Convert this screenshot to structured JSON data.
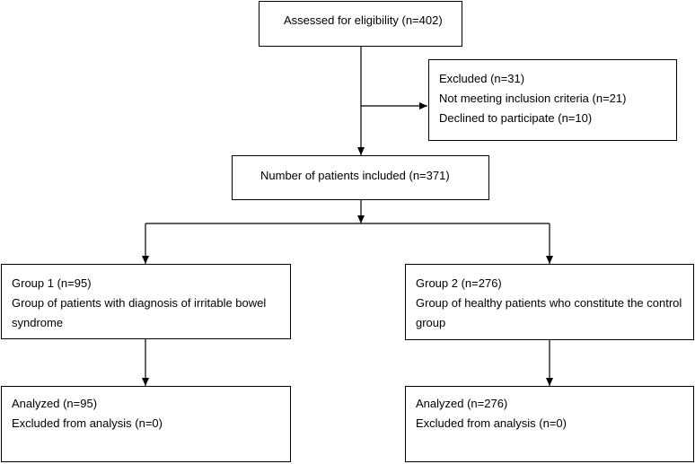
{
  "assessed": {
    "text": "Assessed for eligibility (n=402)"
  },
  "excluded": {
    "title": "Excluded (n=31)",
    "reason_1": "Not meeting inclusion criteria (n=21)",
    "reason_2": "Declined to participate (n=10)"
  },
  "included": {
    "text": "Number of patients included (n=371)"
  },
  "group_1": {
    "title": "Group 1 (n=95)",
    "description": "Group of patients with diagnosis of irritable bowel syndrome"
  },
  "group_2": {
    "title": "Group 2 (n=276)",
    "description": "Group of healthy patients who constitute the control group"
  },
  "analysis_1": {
    "analyzed": "Analyzed (n=95)",
    "excluded": "Excluded from analysis (n=0)"
  },
  "analysis_2": {
    "analyzed": "Analyzed (n=276)",
    "excluded": "Excluded from analysis (n=0)"
  },
  "colors": {
    "line": "#000000",
    "box_border": "#000000",
    "background": "#ffffff"
  }
}
